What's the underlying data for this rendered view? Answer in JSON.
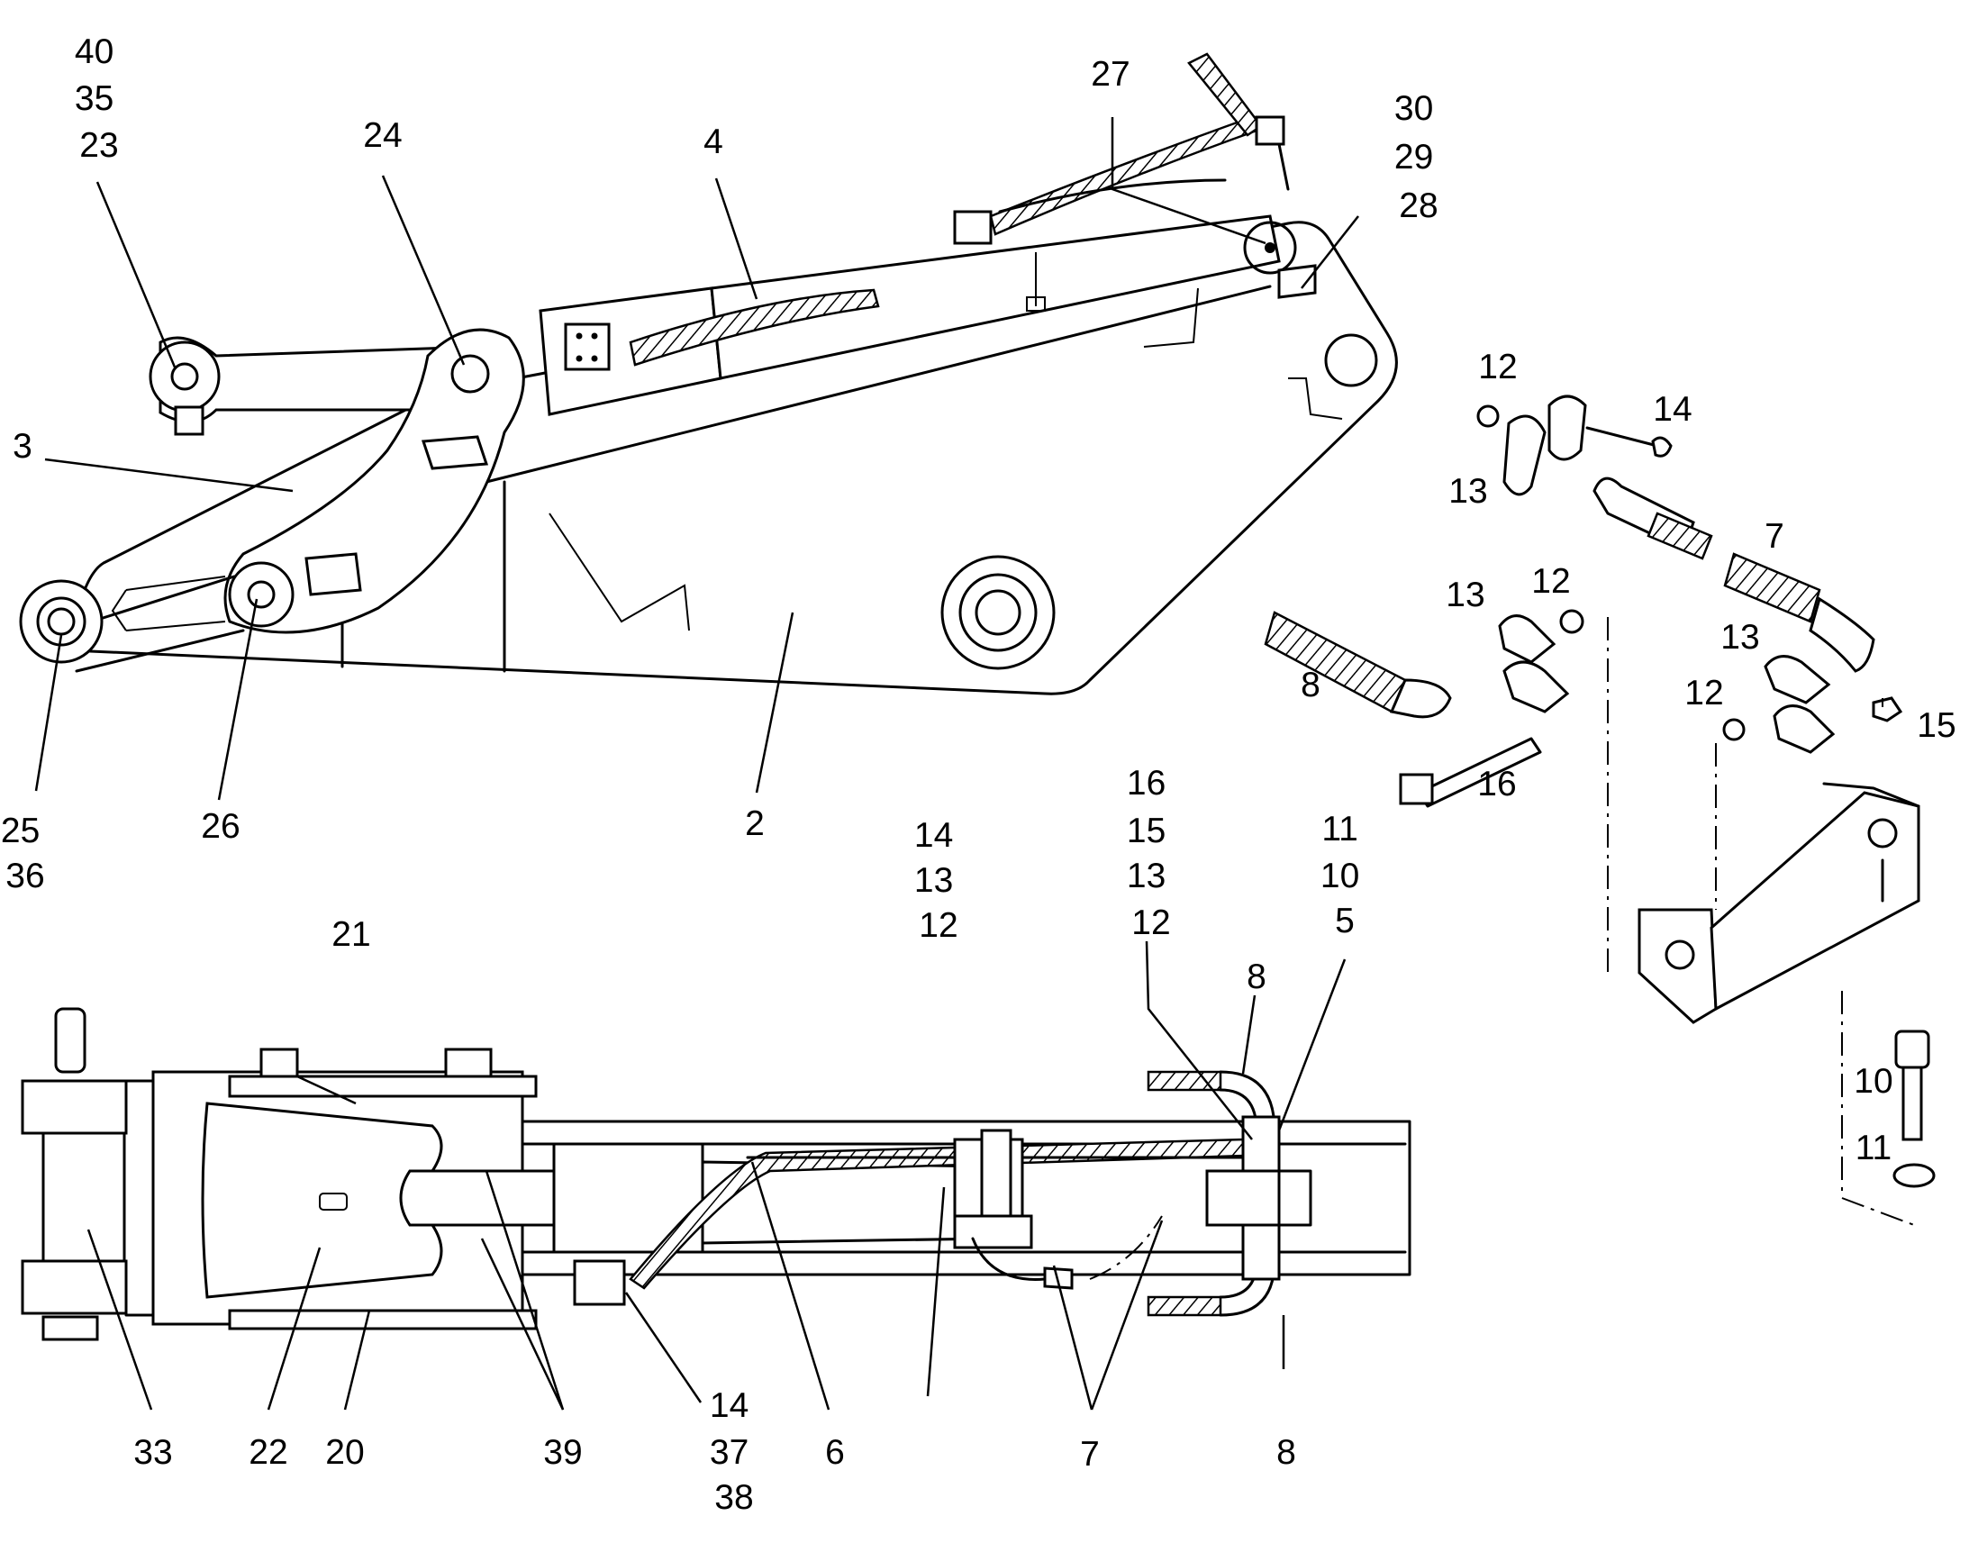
{
  "callouts": [
    {
      "id": "c40-35-23",
      "lines": [
        "40",
        "35",
        "23"
      ]
    },
    {
      "id": "c24",
      "lines": [
        "24"
      ]
    },
    {
      "id": "c4",
      "lines": [
        "4"
      ]
    },
    {
      "id": "c27",
      "lines": [
        "27"
      ]
    },
    {
      "id": "c30-29-28",
      "lines": [
        "30",
        "29",
        "28"
      ]
    },
    {
      "id": "c3",
      "lines": [
        "3"
      ]
    },
    {
      "id": "c25-36",
      "lines": [
        "25",
        "36"
      ]
    },
    {
      "id": "c26",
      "lines": [
        "26"
      ]
    },
    {
      "id": "c2",
      "lines": [
        "2"
      ]
    },
    {
      "id": "c12a",
      "lines": [
        "12"
      ]
    },
    {
      "id": "c14a",
      "lines": [
        "14"
      ]
    },
    {
      "id": "c13a",
      "lines": [
        "13"
      ]
    },
    {
      "id": "c7a",
      "lines": [
        "7"
      ]
    },
    {
      "id": "c13b",
      "lines": [
        "13"
      ]
    },
    {
      "id": "c12b",
      "lines": [
        "12"
      ]
    },
    {
      "id": "c8a",
      "lines": [
        "8"
      ]
    },
    {
      "id": "c13c",
      "lines": [
        "13"
      ]
    },
    {
      "id": "c12c",
      "lines": [
        "12"
      ]
    },
    {
      "id": "c15a",
      "lines": [
        "15"
      ]
    },
    {
      "id": "c16a",
      "lines": [
        "16"
      ]
    },
    {
      "id": "c14-13-12",
      "lines": [
        "14",
        "13",
        "12"
      ]
    },
    {
      "id": "c16-15-13-12",
      "lines": [
        "16",
        "15",
        "13",
        "12"
      ]
    },
    {
      "id": "c11-10-5",
      "lines": [
        "11",
        "10",
        "5"
      ]
    },
    {
      "id": "c21",
      "lines": [
        "21"
      ]
    },
    {
      "id": "c8b",
      "lines": [
        "8"
      ]
    },
    {
      "id": "c10",
      "lines": [
        "10"
      ]
    },
    {
      "id": "c11",
      "lines": [
        "11"
      ]
    },
    {
      "id": "c33",
      "lines": [
        "33"
      ]
    },
    {
      "id": "c22",
      "lines": [
        "22"
      ]
    },
    {
      "id": "c20",
      "lines": [
        "20"
      ]
    },
    {
      "id": "c39",
      "lines": [
        "39"
      ]
    },
    {
      "id": "c14-37-38",
      "lines": [
        "14",
        "37",
        "38"
      ]
    },
    {
      "id": "c6",
      "lines": [
        "6"
      ]
    },
    {
      "id": "c7b",
      "lines": [
        "7"
      ]
    },
    {
      "id": "c8c",
      "lines": [
        "8"
      ]
    }
  ]
}
